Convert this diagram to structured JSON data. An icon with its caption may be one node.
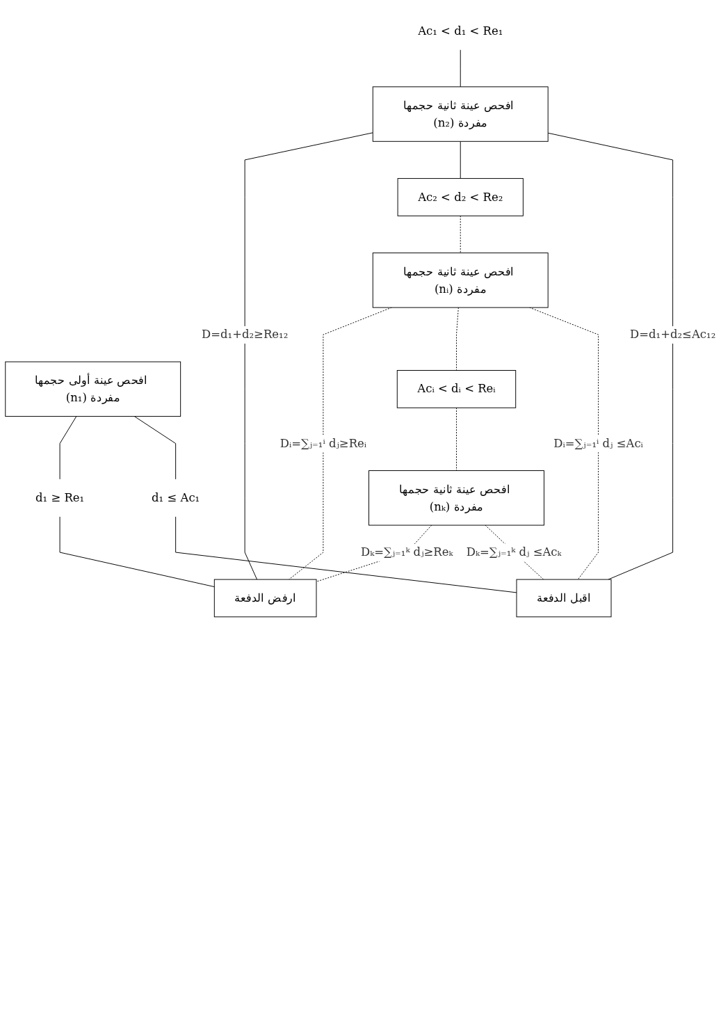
{
  "diagram": {
    "nodes": [
      {
        "text": [
          "افحص عينة أولى حجمها (n₁) مفردة"
        ]
      },
      {
        "text": [
          "d₁ ≥ Re₁"
        ]
      },
      {
        "text": [
          "Ac₁ < d₁ < Re₁"
        ]
      },
      {
        "text": [
          "d₁ ≤ Ac₁"
        ]
      },
      {
        "text": [
          "افحص عينة ثانية حجمها (n₂) مفردة"
        ]
      },
      {
        "text": [
          "Ac₂ < d₂ < Re₂"
        ]
      },
      {
        "text": [
          "افحص عينة ثانية حجمها (nᵢ) مفردة"
        ]
      },
      {
        "text": [
          "Acᵢ < dᵢ < Reᵢ"
        ]
      },
      {
        "text": [
          "افحص عينة ثانية حجمها (nₖ) مفردة"
        ]
      },
      {
        "text": [
          "ارفض الدفعة"
        ]
      },
      {
        "text": [
          "اقبل الدفعة"
        ]
      }
    ],
    "edges": [
      {
        "from": 0,
        "to": 1,
        "arrow": "none"
      },
      {
        "from": 0,
        "to": 3,
        "arrow": "none"
      },
      {
        "from": 1,
        "to": 9,
        "arrow": "none"
      },
      {
        "from": 2,
        "to": 4,
        "arrow": "none"
      },
      {
        "from": 3,
        "to": 10,
        "arrow": "none"
      },
      {
        "from": 4,
        "to": 9,
        "arrow": "none",
        "label": "D=d₁+d₂≥Re₁₂"
      },
      {
        "from": 4,
        "to": 5,
        "arrow": "none"
      },
      {
        "from": 4,
        "to": 10,
        "arrow": "none",
        "label": "D=d₁+d₂≤Ac₁₂"
      },
      {
        "from": 5,
        "to": 6,
        "arrow": "none",
        "style": "dashed"
      },
      {
        "from": 6,
        "to": 9,
        "arrow": "none",
        "style": "dashed",
        "label": "Dᵢ=∑ⱼ₌₁ⁱ dⱼ≥Reᵢ"
      },
      {
        "from": 6,
        "to": 7,
        "arrow": "none",
        "style": "dashed"
      },
      {
        "from": 6,
        "to": 10,
        "arrow": "none",
        "style": "dashed",
        "label": "Dᵢ=∑ⱼ₌₁ⁱ dⱼ ≤Acᵢ"
      },
      {
        "from": 7,
        "to": 8,
        "arrow": "none",
        "style": "dashed"
      },
      {
        "from": 8,
        "to": 9,
        "arrow": "none",
        "style": "dashed",
        "label": "Dₖ=∑ⱼ₌₁ᵏ dⱼ≥Reₖ"
      },
      {
        "from": 8,
        "to": 10,
        "arrow": "none",
        "style": "dashed",
        "label": "Dₖ=∑ⱼ₌₁ᵏ dⱼ ≤Acₖ"
      }
    ]
  }
}
